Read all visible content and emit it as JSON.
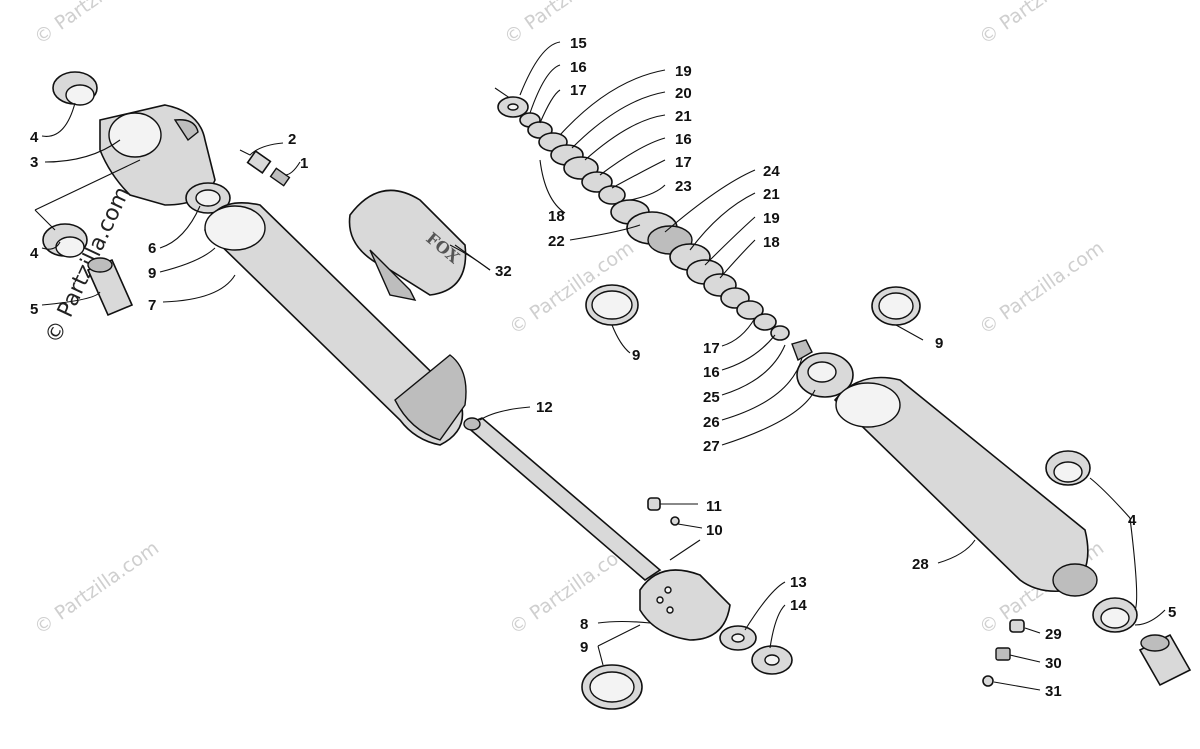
{
  "watermark": {
    "text": "© Partzilla.com"
  },
  "callouts": [
    {
      "id": "c1",
      "text": "1"
    },
    {
      "id": "c2",
      "text": "2"
    },
    {
      "id": "c3",
      "text": "3"
    },
    {
      "id": "c4a",
      "text": "4"
    },
    {
      "id": "c4b",
      "text": "4"
    },
    {
      "id": "c4c",
      "text": "4"
    },
    {
      "id": "c5a",
      "text": "5"
    },
    {
      "id": "c5b",
      "text": "5"
    },
    {
      "id": "c6",
      "text": "6"
    },
    {
      "id": "c7",
      "text": "7"
    },
    {
      "id": "c8",
      "text": "8"
    },
    {
      "id": "c9a",
      "text": "9"
    },
    {
      "id": "c9b",
      "text": "9"
    },
    {
      "id": "c9c",
      "text": "9"
    },
    {
      "id": "c9d",
      "text": "9"
    },
    {
      "id": "c10",
      "text": "10"
    },
    {
      "id": "c11",
      "text": "11"
    },
    {
      "id": "c12",
      "text": "12"
    },
    {
      "id": "c13",
      "text": "13"
    },
    {
      "id": "c14",
      "text": "14"
    },
    {
      "id": "c15",
      "text": "15"
    },
    {
      "id": "c16a",
      "text": "16"
    },
    {
      "id": "c16b",
      "text": "16"
    },
    {
      "id": "c16c",
      "text": "16"
    },
    {
      "id": "c17a",
      "text": "17"
    },
    {
      "id": "c17b",
      "text": "17"
    },
    {
      "id": "c17c",
      "text": "17"
    },
    {
      "id": "c18a",
      "text": "18"
    },
    {
      "id": "c18b",
      "text": "18"
    },
    {
      "id": "c19a",
      "text": "19"
    },
    {
      "id": "c19b",
      "text": "19"
    },
    {
      "id": "c20",
      "text": "20"
    },
    {
      "id": "c21a",
      "text": "21"
    },
    {
      "id": "c21b",
      "text": "21"
    },
    {
      "id": "c22",
      "text": "22"
    },
    {
      "id": "c23",
      "text": "23"
    },
    {
      "id": "c24",
      "text": "24"
    },
    {
      "id": "c25",
      "text": "25"
    },
    {
      "id": "c26",
      "text": "26"
    },
    {
      "id": "c27",
      "text": "27"
    },
    {
      "id": "c28",
      "text": "28"
    },
    {
      "id": "c29",
      "text": "29"
    },
    {
      "id": "c30",
      "text": "30"
    },
    {
      "id": "c31",
      "text": "31"
    },
    {
      "id": "c32",
      "text": "32"
    }
  ]
}
